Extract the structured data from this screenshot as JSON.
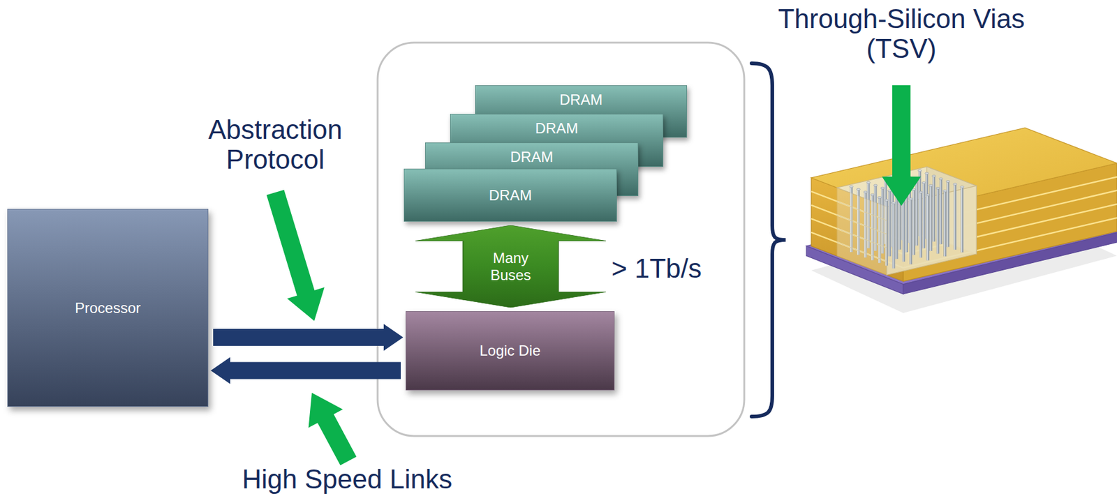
{
  "diagram": {
    "nodes": [
      {
        "text": [
          "Processor"
        ]
      },
      {
        "text": [
          "DRAM"
        ]
      },
      {
        "text": [
          "DRAM"
        ]
      },
      {
        "text": [
          "DRAM"
        ]
      },
      {
        "text": [
          "DRAM"
        ]
      },
      {
        "text": [
          "Many Buses"
        ]
      },
      {
        "text": [
          "Logic Die"
        ]
      }
    ],
    "edges": [
      {
        "from": 0,
        "to": 6,
        "arrow": "to"
      },
      {
        "from": 6,
        "to": 0,
        "arrow": "to"
      }
    ],
    "labels": [
      "Through-Silicon Vias (TSV)",
      "Abstraction Protocol",
      "> 1Tb/s",
      "High Speed Links"
    ]
  }
}
